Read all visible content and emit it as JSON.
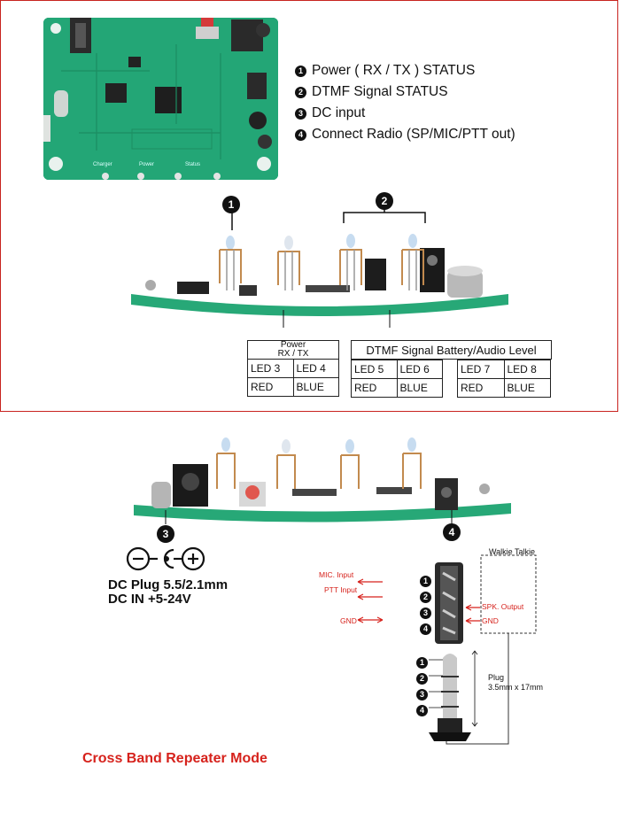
{
  "legend": [
    {
      "num": "1",
      "text": "Power ( RX / TX ) STATUS"
    },
    {
      "num": "2",
      "text": "DTMF Signal STATUS"
    },
    {
      "num": "3",
      "text": "DC input"
    },
    {
      "num": "4",
      "text": "Connect  Radio (SP/MIC/PTT out)"
    }
  ],
  "board_labels": {
    "charger": "Charger",
    "power": "Power",
    "status": "Status"
  },
  "callouts": {
    "one": "1",
    "two": "2",
    "three": "3",
    "four": "4"
  },
  "led_table": {
    "power_title_line1": "Power",
    "power_title_line2": "RX / TX",
    "dtmf_title": "DTMF Signal Battery/Audio Level",
    "power": [
      {
        "led": "LED 3",
        "color": "RED"
      },
      {
        "led": "LED 4",
        "color": "BLUE"
      }
    ],
    "dtmf_a": [
      {
        "led": "LED 5",
        "color": "RED"
      },
      {
        "led": "LED 6",
        "color": "BLUE"
      }
    ],
    "dtmf_b": [
      {
        "led": "LED 7",
        "color": "RED"
      },
      {
        "led": "LED 8",
        "color": "BLUE"
      }
    ]
  },
  "dc": {
    "line1": "DC Plug 5.5/2.1mm",
    "line2": "DC IN +5-24V",
    "minus": "−",
    "plus": "+"
  },
  "jack": {
    "walkie_talkie": "Walkie Talkie",
    "mic_input": "MIC. Input",
    "ptt_input": "PTT Input",
    "gnd_left": "GND",
    "spk_output": "SPK. Output",
    "gnd_right": "GND",
    "pins": [
      "1",
      "2",
      "3",
      "4"
    ],
    "plug_line1": "Plug",
    "plug_line2": "3.5mm x 17mm"
  },
  "caption": "Cross Band Repeater Mode"
}
